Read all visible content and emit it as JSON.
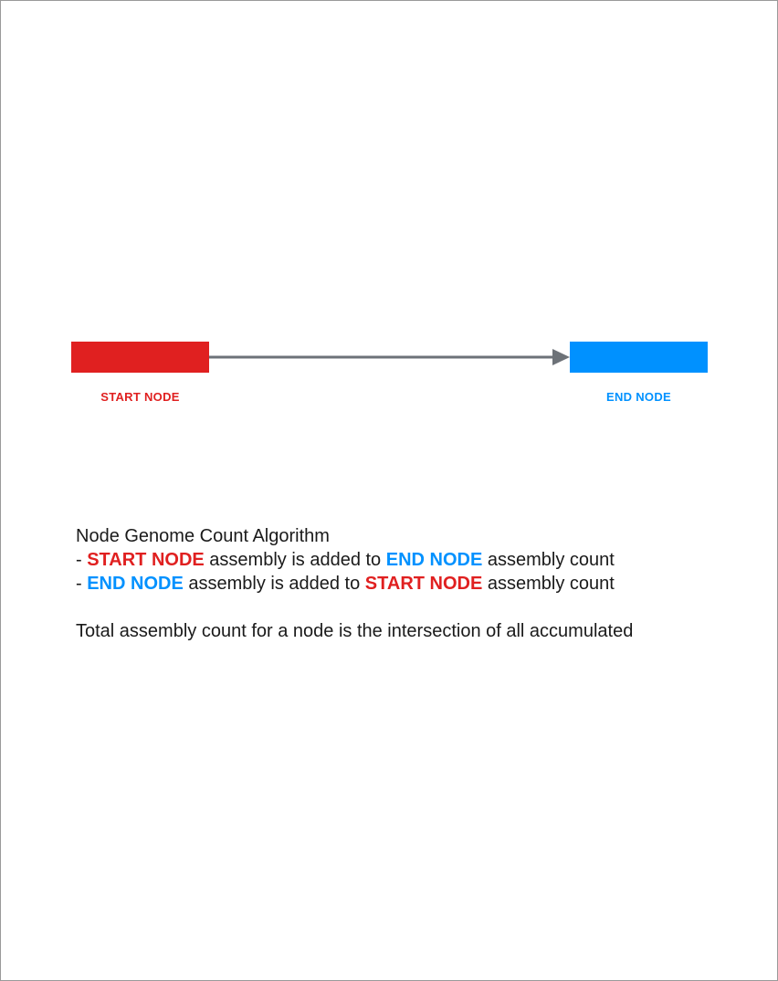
{
  "nodes": {
    "start": {
      "label": "START NODE",
      "color": "#e02020"
    },
    "end": {
      "label": "END NODE",
      "color": "#0091ff"
    }
  },
  "edge": {
    "color": "#6d7278",
    "direction": "start-to-end"
  },
  "description": {
    "title": "Node Genome Count Algorithm",
    "rule1": {
      "prefix": "- ",
      "source": "START NODE",
      "middle": " assembly is added to ",
      "target": "END NODE",
      "suffix": " assembly count"
    },
    "rule2": {
      "prefix": "- ",
      "source": "END NODE",
      "middle": " assembly is added to ",
      "target": "START NODE",
      "suffix": " assembly count"
    },
    "summary": "Total assembly count for a node is the intersection of all accumulated"
  }
}
